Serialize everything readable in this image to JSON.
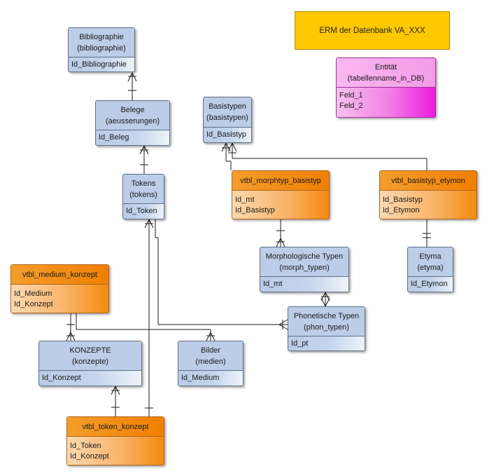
{
  "diagram": {
    "title": "ERM der Datenbank VA_XXX",
    "legend": {
      "title": "Entität",
      "subtitle": "(tabellenname_in_DB)",
      "fields": [
        "Feld_1",
        "Feld_2"
      ]
    },
    "entities": {
      "bibliographie": {
        "title": "Bibliographie",
        "subtitle": "(bibliographie)",
        "fields": [
          "Id_Bibliographie"
        ]
      },
      "belege": {
        "title": "Belege",
        "subtitle": "(aeusserungen)",
        "fields": [
          "Id_Beleg"
        ]
      },
      "tokens": {
        "title": "Tokens",
        "subtitle": "(tokens)",
        "fields": [
          "Id_Token"
        ]
      },
      "basistypen": {
        "title": "Basistypen",
        "subtitle": "(basistypen)",
        "fields": [
          "Id_Basistyp"
        ]
      },
      "vtbl_morphtyp_basistyp": {
        "title": "vtbl_morphtyp_basistyp",
        "subtitle": "",
        "fields": [
          "Id_mt",
          "Id_Basistyp"
        ]
      },
      "vtbl_basistyp_etymon": {
        "title": "vtbl_basistyp_etymon",
        "subtitle": "",
        "fields": [
          "Id_Basistyp",
          "Id_Etymon"
        ]
      },
      "morph_typen": {
        "title": "Morphologische Typen",
        "subtitle": "(morph_typen)",
        "fields": [
          "Id_mt"
        ]
      },
      "etyma": {
        "title": "Etyma",
        "subtitle": "(etyma)",
        "fields": [
          "Id_Etymon"
        ]
      },
      "vtbl_medium_konzept": {
        "title": "vtbl_medium_konzept",
        "subtitle": "",
        "fields": [
          "Id_Medium",
          "Id_Konzept"
        ]
      },
      "phon_typen": {
        "title": "Phonetische Typen",
        "subtitle": "(phon_typen)",
        "fields": [
          "Id_pt"
        ]
      },
      "konzepte": {
        "title": "KONZEPTE",
        "subtitle": "(konzepte)",
        "fields": [
          "Id_Konzept"
        ]
      },
      "bilder": {
        "title": "Bilder",
        "subtitle": "(medien)",
        "fields": [
          "Id_Medium"
        ]
      },
      "vtbl_token_konzept": {
        "title": "vtbl_token_konzept",
        "subtitle": "",
        "fields": [
          "Id_Token",
          "Id_Konzept"
        ]
      }
    }
  }
}
